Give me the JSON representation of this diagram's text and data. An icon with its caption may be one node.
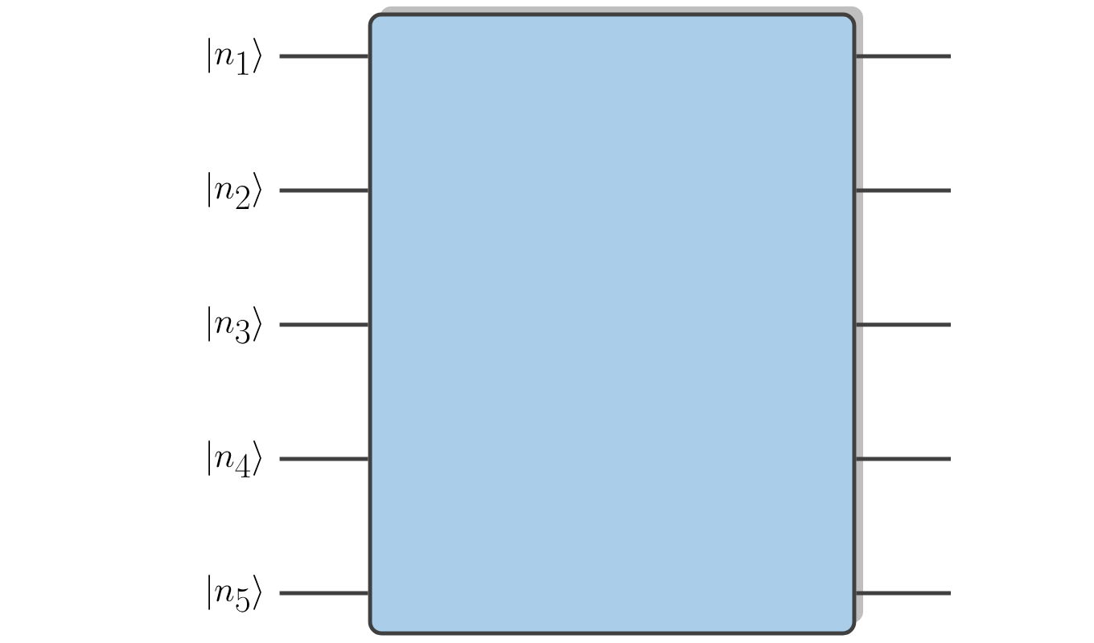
{
  "diagram": {
    "nodes": [
      {
        "text": [
          "|n_{1}\\rangle"
        ]
      },
      {
        "text": [
          "|n_{2}\\rangle"
        ]
      },
      {
        "text": [
          "|n_{3}\\rangle"
        ]
      },
      {
        "text": [
          "|n_{4}\\rangle"
        ]
      },
      {
        "text": [
          "|n_{5}\\rangle"
        ]
      },
      {
        "text": [],
        "shape": "box"
      }
    ],
    "edges": [
      {
        "from": 0,
        "to": 5,
        "arrow": "none"
      },
      {
        "from": 1,
        "to": 5,
        "arrow": "none"
      },
      {
        "from": 2,
        "to": 5,
        "arrow": "none"
      },
      {
        "from": 3,
        "to": 5,
        "arrow": "none"
      },
      {
        "from": 4,
        "to": 5,
        "arrow": "none"
      },
      {
        "from": 5,
        "to": null,
        "arrow": "none"
      },
      {
        "from": 5,
        "to": null,
        "arrow": "none"
      },
      {
        "from": 5,
        "to": null,
        "arrow": "none"
      },
      {
        "from": 5,
        "to": null,
        "arrow": "none"
      },
      {
        "from": 5,
        "to": null,
        "arrow": "none"
      }
    ]
  }
}
